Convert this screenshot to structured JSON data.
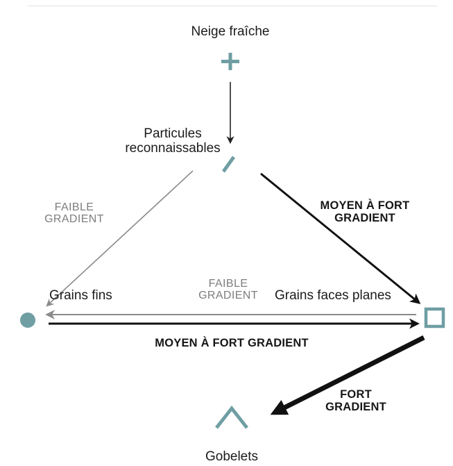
{
  "colors": {
    "symbol": "#6f9ea3",
    "strong_arrow": "#111111",
    "weak_arrow": "#8a8a8a",
    "weak_text": "#7d7d7d"
  },
  "nodes": {
    "neige_fraiche": {
      "label": "Neige fraîche",
      "symbol": "plus-icon"
    },
    "particules": {
      "label_line1": "Particules",
      "label_line2": "reconnaissables",
      "symbol": "slash-icon"
    },
    "grains_fins": {
      "label": "Grains fins",
      "symbol": "filled-circle-icon"
    },
    "grains_faces_planes": {
      "label": "Grains faces planes",
      "symbol": "square-icon"
    },
    "gobelets": {
      "label": "Gobelets",
      "symbol": "caret-up-icon"
    }
  },
  "edges": {
    "faible_left": {
      "line1": "FAIBLE",
      "line2": "GRADIENT"
    },
    "moyen_right": {
      "line1": "MOYEN À FORT",
      "line2": "GRADIENT"
    },
    "faible_middle": {
      "line1": "FAIBLE",
      "line2": "GRADIENT"
    },
    "moyen_bottom": {
      "text": "MOYEN À FORT GRADIENT"
    },
    "fort": {
      "line1": "FORT",
      "line2": "GRADIENT"
    }
  }
}
